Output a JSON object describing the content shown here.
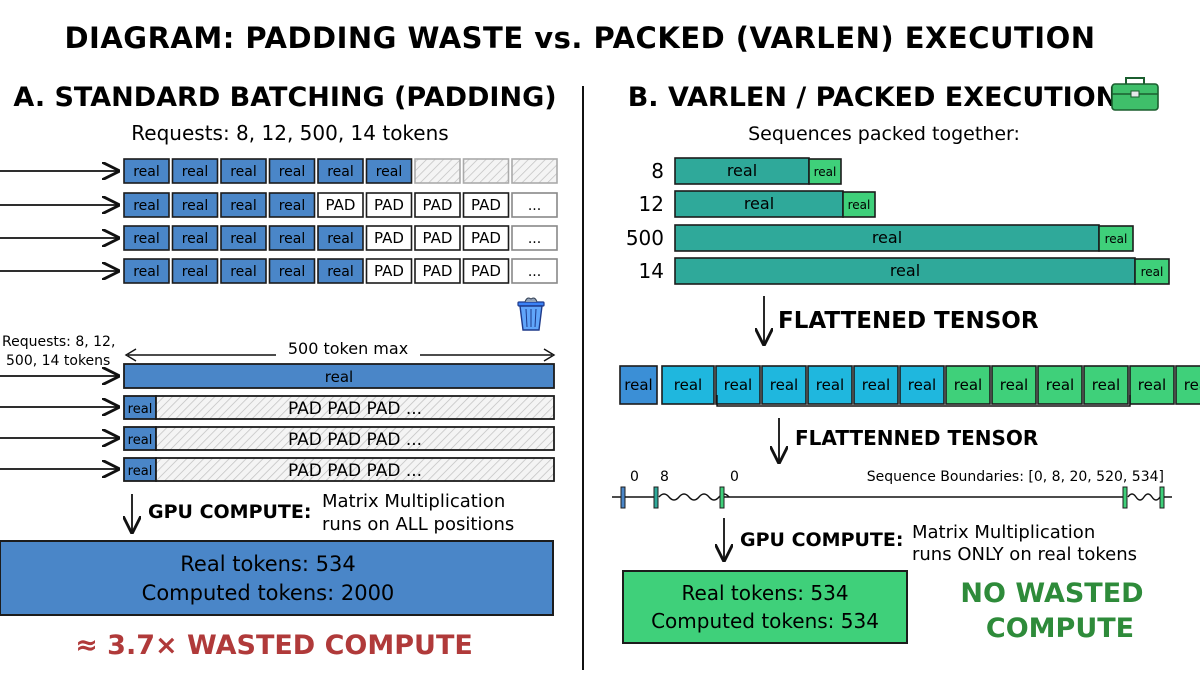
{
  "title": "DIAGRAM: PADDING WASTE vs. PACKED (VARLEN) EXECUTION",
  "colors": {
    "real_blue": "#4a86c8",
    "teal": "#2fa99a",
    "green": "#3fd07a",
    "cyan": "#1fb7de",
    "wasted_red": "#b03a3a",
    "no_waste_green": "#2e8b3a",
    "pad_hatch": "#c8c8c8"
  },
  "panel_a": {
    "heading": "A. STANDARD BATCHING (PADDING)",
    "requests_label": "Requests: 8, 12, 500, 14 tokens",
    "real_label": "real",
    "pad_label": "PAD",
    "ellipsis": "...",
    "grid_rows": [
      [
        "real",
        "real",
        "real",
        "real",
        "real",
        "real",
        "hatch",
        "hatch",
        "hatch"
      ],
      [
        "real",
        "real",
        "real",
        "real",
        "pad",
        "pad",
        "pad",
        "pad",
        "ellipsis"
      ],
      [
        "real",
        "real",
        "real",
        "real",
        "real",
        "pad",
        "pad",
        "pad",
        "ellipsis"
      ],
      [
        "real",
        "real",
        "real",
        "real",
        "real",
        "pad",
        "pad",
        "pad",
        "ellipsis"
      ]
    ],
    "requests_label_2_line1": "Requests: 8, 12,",
    "requests_label_2_line2": "500, 14 tokens",
    "max_label": "500 token max",
    "pad_row_label": "PAD PAD PAD ...",
    "gpu_label": "GPU COMPUTE:",
    "gpu_desc_line1": "Matrix Multiplication",
    "gpu_desc_line2": "runs on ALL positions",
    "real_tokens": "Real tokens: 534",
    "computed_tokens": "Computed tokens: 2000",
    "wasted": "≈ 3.7× WASTED COMPUTE",
    "trash_icon": "trash-can-icon"
  },
  "panel_b": {
    "heading": "B. VARLEN / PACKED EXECUTION",
    "toolbox_icon": "toolbox-icon",
    "packed_label": "Sequences packed together:",
    "sequences": [
      {
        "label": "8",
        "tokens": 8
      },
      {
        "label": "12",
        "tokens": 12
      },
      {
        "label": "500",
        "tokens": 500
      },
      {
        "label": "14",
        "tokens": 14
      }
    ],
    "real_label": "real",
    "flattened_1": "FLATTENED TENSOR",
    "flattened_cells": [
      "cyan",
      "cyan",
      "cyan",
      "cyan",
      "cyan",
      "cyan",
      "green",
      "green",
      "green",
      "green",
      "green",
      "green"
    ],
    "ellipsis": "...",
    "flattened_2": "FLATTENNED TENSOR",
    "boundary_ticks": [
      "0",
      "8",
      "0"
    ],
    "boundaries_label": "Sequence Boundaries: [0, 8, 20, 520, 534]",
    "gpu_label": "GPU COMPUTE:",
    "gpu_desc_line1": "Matrix Multiplication",
    "gpu_desc_line2": "runs ONLY on real tokens",
    "real_tokens": "Real tokens: 534",
    "computed_tokens": "Computed tokens: 534",
    "no_waste_line1": "NO WASTED",
    "no_waste_line2": "COMPUTE"
  }
}
